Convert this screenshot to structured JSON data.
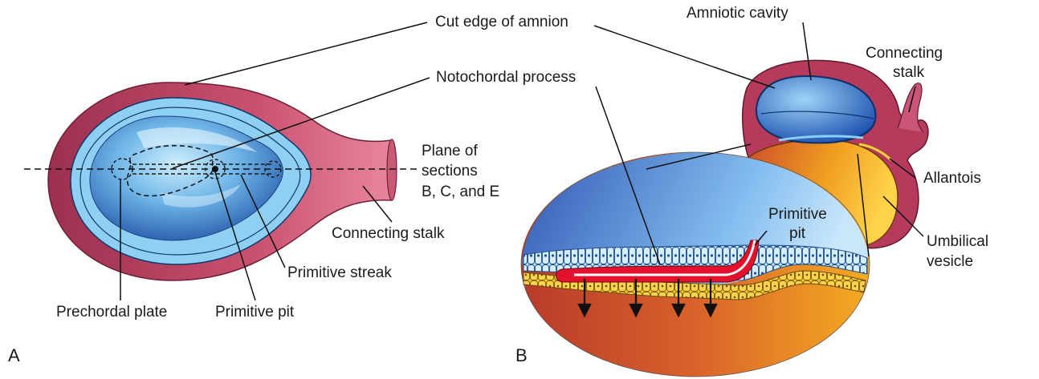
{
  "panel_a": {
    "letter": "A",
    "labels": {
      "cut_edge": "Cut edge of amnion",
      "notochordal": "Notochordal process",
      "plane_line1": "Plane of",
      "plane_line2": "sections",
      "plane_line3": "B, C, and E",
      "connecting_stalk": "Connecting stalk",
      "primitive_streak": "Primitive streak",
      "prechordal": "Prechordal plate",
      "primitive_pit": "Primitive pit"
    }
  },
  "panel_b": {
    "letter": "B",
    "labels": {
      "amniotic_cavity": "Amniotic cavity",
      "connecting_line1": "Connecting",
      "connecting_line2": "stalk",
      "allantois": "Allantois",
      "umbilical_line1": "Umbilical",
      "umbilical_line2": "vesicle",
      "primitive_pit_line1": "Primitive",
      "primitive_pit_line2": "pit"
    }
  },
  "colors": {
    "outer_wall": "#b03a5b",
    "outer_wall_light": "#e07a95",
    "amnion_blue": "#7fcaf0",
    "disc_dark": "#1e4fa8",
    "disc_light": "#9fd6f3",
    "yolk_orange": "#f0a020",
    "yolk_red": "#c0392b",
    "cell_yellow": "#f3c21a",
    "notochord_red": "#e3122c"
  }
}
